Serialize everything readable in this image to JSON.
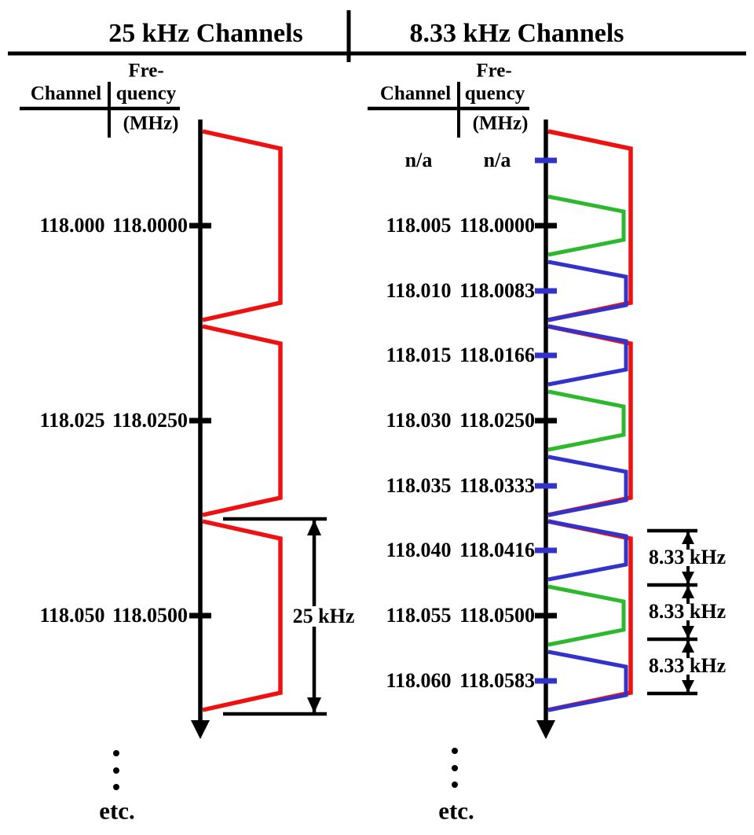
{
  "titles": {
    "left": "25 kHz Channels",
    "right": "8.33 kHz Channels"
  },
  "header": {
    "channel": "Channel",
    "freq_line1": "Fre-",
    "freq_line2": "quency",
    "freq_unit": "(MHz)"
  },
  "colors": {
    "red": "#ee1111",
    "green": "#2eb82e",
    "blue": "#3333cc",
    "black": "#000000"
  },
  "left_column": {
    "rows": [
      {
        "channel": "118.000",
        "frequency": "118.0000",
        "tick": "black",
        "band": "red"
      },
      {
        "channel": "118.025",
        "frequency": "118.0250",
        "tick": "black",
        "band": "red"
      },
      {
        "channel": "118.050",
        "frequency": "118.0500",
        "tick": "black",
        "band": "red"
      }
    ],
    "bracket_label": "25 kHz",
    "etc_label": "etc.",
    "ellipsis_dot_count": 3
  },
  "right_column": {
    "rows": [
      {
        "channel": "n/a",
        "frequency": "n/a",
        "tick": "blue",
        "band": null
      },
      {
        "channel": "118.005",
        "frequency": "118.0000",
        "tick": "black",
        "band": "green"
      },
      {
        "channel": "118.010",
        "frequency": "118.0083",
        "tick": "blue",
        "band": "blue"
      },
      {
        "channel": "118.015",
        "frequency": "118.0166",
        "tick": "blue",
        "band": "blue"
      },
      {
        "channel": "118.030",
        "frequency": "118.0250",
        "tick": "black",
        "band": "green"
      },
      {
        "channel": "118.035",
        "frequency": "118.0333",
        "tick": "blue",
        "band": "blue"
      },
      {
        "channel": "118.040",
        "frequency": "118.0416",
        "tick": "blue",
        "band": "blue"
      },
      {
        "channel": "118.055",
        "frequency": "118.0500",
        "tick": "black",
        "band": "green"
      },
      {
        "channel": "118.060",
        "frequency": "118.0583",
        "tick": "blue",
        "band": "blue"
      }
    ],
    "wide_band_rows": [
      1,
      4,
      7
    ],
    "bracket_labels": [
      "8.33 kHz",
      "8.33 kHz",
      "8.33 kHz"
    ],
    "etc_label": "etc.",
    "ellipsis_dot_count": 3
  }
}
